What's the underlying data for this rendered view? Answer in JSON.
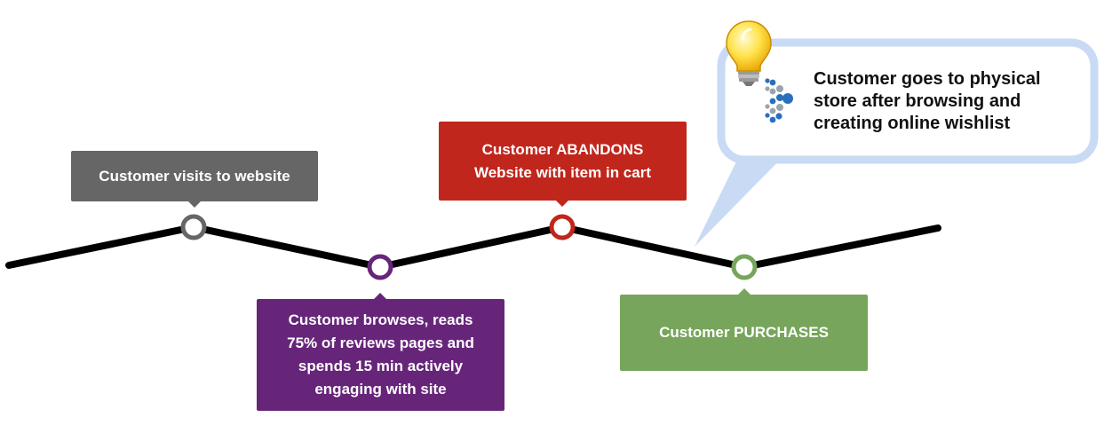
{
  "steps": [
    {
      "id": "visit",
      "label": "Customer visits to website",
      "color": "#666666"
    },
    {
      "id": "browse",
      "lines": [
        "Customer browses,  reads",
        "75% of reviews pages and",
        "spends 15 min actively",
        "engaging with site"
      ],
      "color": "#67257a"
    },
    {
      "id": "abandon",
      "lines": [
        "Customer ABANDONS",
        "Website with item in cart"
      ],
      "color": "#c0261c"
    },
    {
      "id": "purchase",
      "label": "Customer PURCHASES",
      "color": "#77a55b"
    }
  ],
  "callout": {
    "lines": [
      "Customer goes to physical",
      "store after browsing and",
      "creating online wishlist"
    ],
    "border_color": "#c9daf4"
  },
  "icons": [
    "lightbulb-icon",
    "logo-dots-icon"
  ]
}
